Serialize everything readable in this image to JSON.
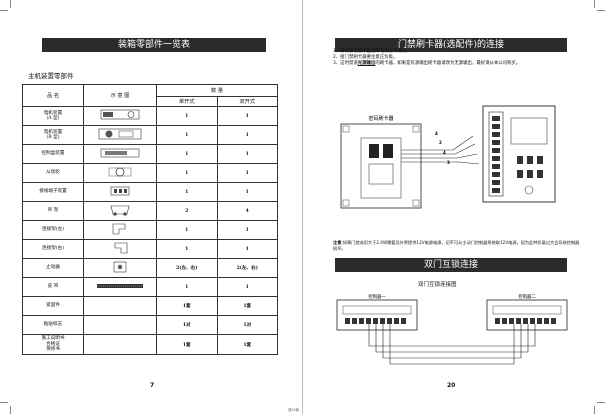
{
  "left": {
    "title": "装箱零部件一览表",
    "subtitle": "主机装置零部件",
    "page_number": "7",
    "table": {
      "col_name": "品 名",
      "col_diagram": "示 意 图",
      "col_quantity": "数 量",
      "col_single": "单开式",
      "col_double": "双开式",
      "rows": [
        {
          "name": "电机装置\n(A 型)",
          "single": "1",
          "double": "1"
        },
        {
          "name": "电机装置\n(B 型)",
          "single": "1",
          "double": "1"
        },
        {
          "name": "控制盒装置",
          "single": "1",
          "double": "1"
        },
        {
          "name": "从动轮",
          "single": "1",
          "double": "1"
        },
        {
          "name": "接线端子装置",
          "single": "1",
          "double": "1"
        },
        {
          "name": "吊 架",
          "single": "2",
          "double": "4"
        },
        {
          "name": "连接架(左)",
          "single": "1",
          "double": "1"
        },
        {
          "name": "连接架(右)",
          "single": "1",
          "double": "1"
        },
        {
          "name": "止动器",
          "single": "2(左、右)",
          "double": "2(左、右)"
        },
        {
          "name": "皮 带",
          "single": "1",
          "double": "1"
        },
        {
          "name": "紧固件",
          "single": "1套",
          "double": "1套"
        },
        {
          "name": "粘贴标志",
          "single": "1对",
          "double": "1对"
        },
        {
          "name": "施工说明书\n合格证\n保修书",
          "single": "1套",
          "double": "1套"
        }
      ]
    }
  },
  "right": {
    "title": "门禁刷卡器(选配件)的连接",
    "notes": [
      "1、所有接线操作应在断电状态下进行。",
      "2、接门禁刷卡器要注意正负极。",
      "3、这时禁道光源输出的刷卡器，如果是有源输出刷卡器请改为无源输出，最好请从本公司购买。"
    ],
    "notes_emphasis": "光源输出",
    "diagram1": {
      "device_label": "密码刷卡器",
      "wire_numbers": [
        "4",
        "2",
        "4",
        "3"
      ]
    },
    "warning": "注意:如果门禁选用大于2.4W需要及外界提供12V电源电源，切不可从主动门控制器系统取12V电源，因为此种负载过大会导致控制器损坏。",
    "warning_prefix": "注意",
    "section2_title": "双门互锁连接",
    "diagram2": {
      "title": "双门互锁连接图",
      "box1": "控制器一",
      "box2": "控制器二"
    },
    "page_number": "20"
  },
  "footer_code": "双20版"
}
